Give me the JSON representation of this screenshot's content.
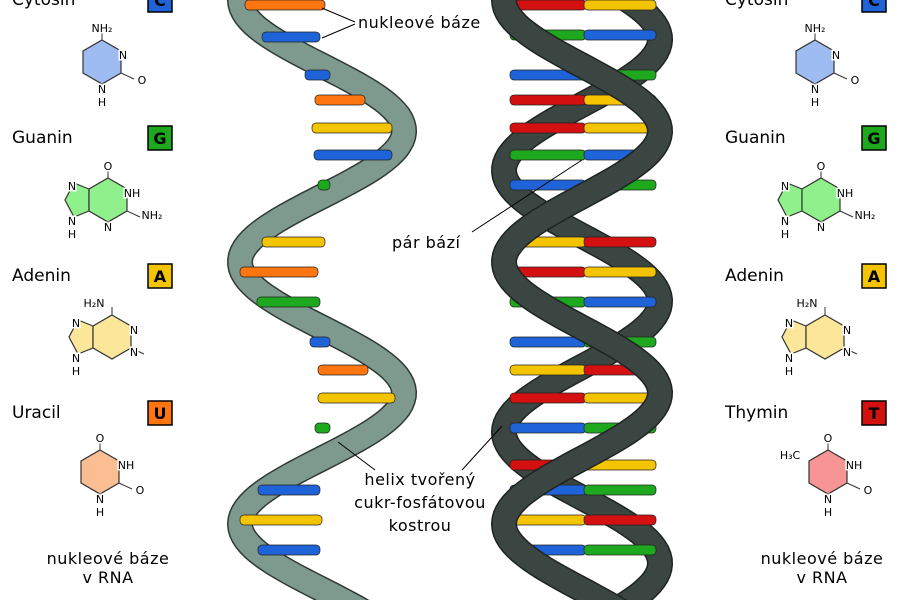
{
  "colors": {
    "C": "#1f63d8",
    "G": "#1ea81e",
    "A": "#f5c400",
    "U": "#ff7510",
    "T": "#d41010",
    "fill_C": "#9fbcf2",
    "fill_G": "#8ff08c",
    "fill_A": "#fbe69a",
    "fill_U": "#fbbd92",
    "fill_T": "#f79494",
    "rna_backbone": "#7e9a8e",
    "dna_backbone": "#3b4541"
  },
  "left": {
    "items": [
      {
        "name": "Cytosin",
        "letter": "C",
        "mol": "cytosine",
        "labels": [
          "NH₂",
          "N",
          "O",
          "N",
          "H"
        ]
      },
      {
        "name": "Guanin",
        "letter": "G",
        "mol": "guanine",
        "labels": [
          "O",
          "NH",
          "NH₂",
          "N",
          "N",
          "N",
          "H"
        ]
      },
      {
        "name": "Adenin",
        "letter": "A",
        "mol": "adenine",
        "labels": [
          "H₂N",
          "N",
          "N",
          "N",
          "N",
          "H"
        ]
      },
      {
        "name": "Uracil",
        "letter": "U",
        "mol": "uracil",
        "labels": [
          "O",
          "NH",
          "O",
          "N",
          "H"
        ]
      }
    ],
    "caption1": "nukleové báze",
    "caption2": "v RNA"
  },
  "right": {
    "items": [
      {
        "name": "Cytosin",
        "letter": "C",
        "mol": "cytosine",
        "labels": [
          "NH₂",
          "N",
          "O",
          "N",
          "H"
        ]
      },
      {
        "name": "Guanin",
        "letter": "G",
        "mol": "guanine",
        "labels": [
          "O",
          "NH",
          "NH₂",
          "N",
          "N",
          "N",
          "H"
        ]
      },
      {
        "name": "Adenin",
        "letter": "A",
        "mol": "adenine",
        "labels": [
          "H₂N",
          "N",
          "N",
          "N",
          "N",
          "H"
        ]
      },
      {
        "name": "Thymin",
        "letter": "T",
        "mol": "thymine",
        "labels": [
          "H₃C",
          "O",
          "NH",
          "O",
          "N",
          "H"
        ]
      }
    ],
    "caption1": "nukleové báze",
    "caption2": "v RNA"
  },
  "annotations": {
    "bases": "nukleové báze",
    "pair": "pár bází",
    "helix1": "helix tvořený",
    "helix2": "cukr-fosfátovou",
    "helix3": "kostrou"
  },
  "rna_bases": [
    "U",
    "C",
    "C",
    "U",
    "A",
    "C",
    "G",
    "A",
    "U",
    "G",
    "C",
    "U",
    "A",
    "G",
    "C",
    "A",
    "C"
  ],
  "dna_pairs": [
    [
      "T",
      "A"
    ],
    [
      "G",
      "C"
    ],
    [
      "C",
      "G"
    ],
    [
      "T",
      "A"
    ],
    [
      "T",
      "A"
    ],
    [
      "G",
      "C"
    ],
    [
      "C",
      "G"
    ],
    [
      "A",
      "T"
    ],
    [
      "T",
      "A"
    ],
    [
      "G",
      "C"
    ],
    [
      "C",
      "G"
    ],
    [
      "A",
      "T"
    ],
    [
      "T",
      "A"
    ],
    [
      "C",
      "G"
    ],
    [
      "T",
      "A"
    ],
    [
      "C",
      "G"
    ],
    [
      "A",
      "T"
    ],
    [
      "C",
      "G"
    ]
  ]
}
